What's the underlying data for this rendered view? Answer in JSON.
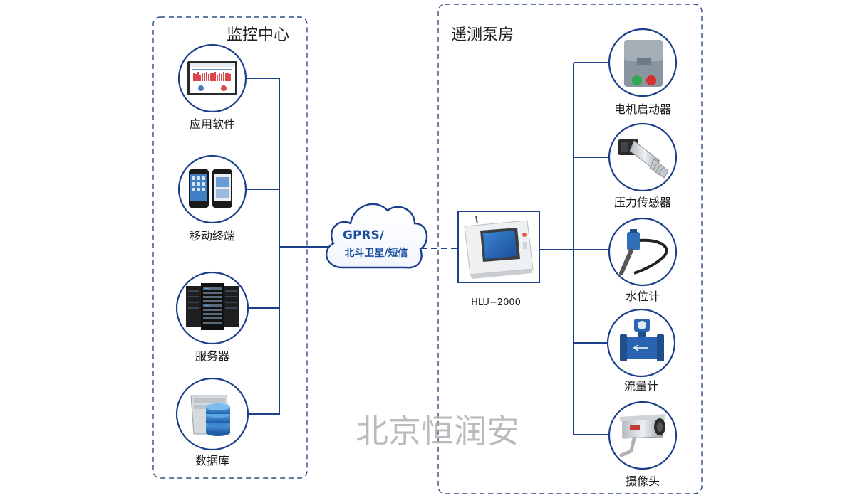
{
  "left_panel": {
    "title": "监控中心",
    "items": [
      {
        "label": "应用软件",
        "icon": "monitor-dashboard-icon"
      },
      {
        "label": "移动终端",
        "icon": "smartphones-icon"
      },
      {
        "label": "服务器",
        "icon": "server-rack-icon"
      },
      {
        "label": "数据库",
        "icon": "database-icon"
      }
    ]
  },
  "cloud": {
    "line1": "GPRS/",
    "line2": "北斗卫星/短信",
    "icon": "cloud-icon"
  },
  "controller": {
    "label": "HLU−2000",
    "icon": "control-unit-icon"
  },
  "right_panel": {
    "title": "遥测泵房",
    "items": [
      {
        "label": "电机启动器",
        "icon": "motor-starter-icon"
      },
      {
        "label": "压力传感器",
        "icon": "pressure-sensor-icon"
      },
      {
        "label": "水位计",
        "icon": "water-level-gauge-icon"
      },
      {
        "label": "流量计",
        "icon": "flow-meter-icon"
      },
      {
        "label": "摄像头",
        "icon": "camera-icon"
      }
    ]
  },
  "watermark": "北京恒润安",
  "colors": {
    "line": "#1c3f8c",
    "panel_border": "#2d4e86",
    "cloud_stroke": "#1c3f8c"
  }
}
